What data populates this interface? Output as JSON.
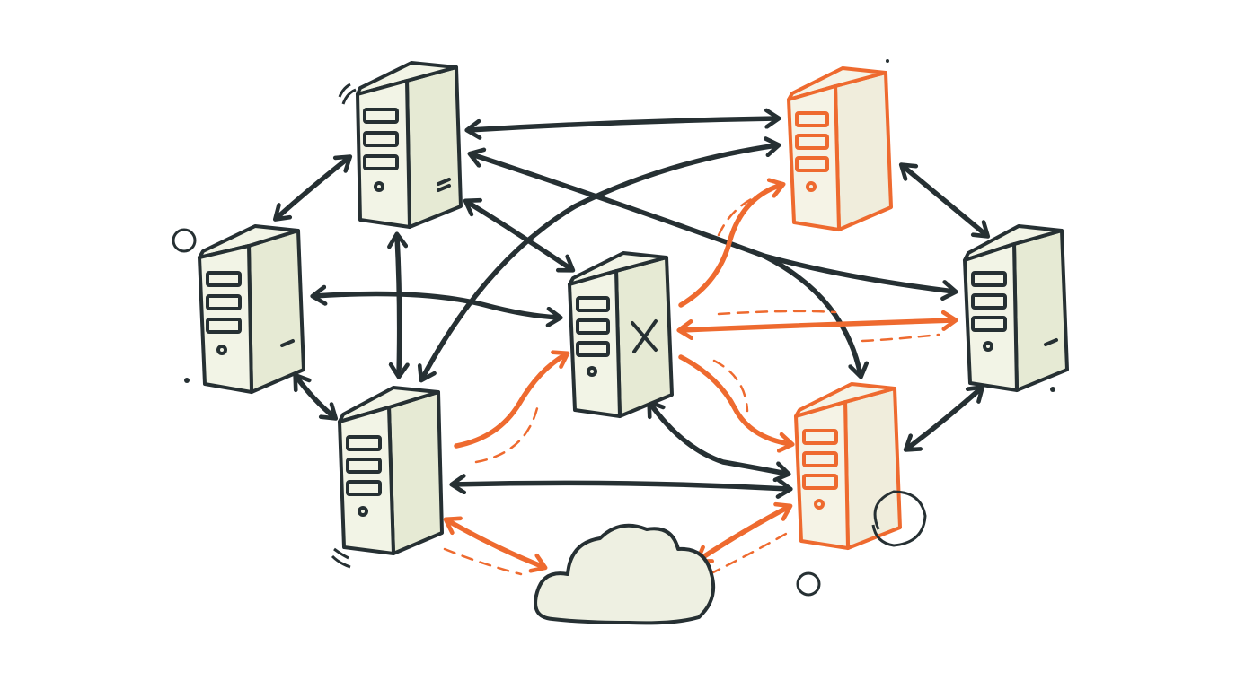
{
  "colors": {
    "ink": "#263033",
    "accent": "#ee6a2f",
    "server_face": "#f2f4e6",
    "server_side": "#e6ead4",
    "cloud_fill": "#eef0e2"
  },
  "nodes": [
    {
      "id": "server-top-left",
      "status": "normal",
      "icon": "server-icon"
    },
    {
      "id": "server-left",
      "status": "normal",
      "icon": "server-icon"
    },
    {
      "id": "server-bottom-left",
      "status": "normal",
      "icon": "server-icon"
    },
    {
      "id": "server-center",
      "status": "failed",
      "icon": "server-icon",
      "marker": "x-mark-icon"
    },
    {
      "id": "server-top-right",
      "status": "highlighted",
      "icon": "server-icon"
    },
    {
      "id": "server-right",
      "status": "normal",
      "icon": "server-icon"
    },
    {
      "id": "server-bottom-right",
      "status": "highlighted",
      "icon": "server-icon"
    },
    {
      "id": "cloud",
      "status": "normal",
      "icon": "cloud-icon"
    }
  ],
  "edges": [
    {
      "from": "server-top-left",
      "to": "server-top-right",
      "color": "ink",
      "direction": "both"
    },
    {
      "from": "server-top-left",
      "to": "server-left",
      "color": "ink",
      "direction": "both"
    },
    {
      "from": "server-top-left",
      "to": "server-bottom-left",
      "color": "ink",
      "direction": "both"
    },
    {
      "from": "server-top-left",
      "to": "server-center",
      "color": "ink",
      "direction": "both"
    },
    {
      "from": "server-top-left",
      "to": "server-right",
      "color": "ink",
      "direction": "both"
    },
    {
      "from": "server-left",
      "to": "server-center",
      "color": "ink",
      "direction": "both"
    },
    {
      "from": "server-left",
      "to": "server-bottom-left",
      "color": "ink",
      "direction": "both"
    },
    {
      "from": "server-bottom-left",
      "to": "server-top-right",
      "color": "ink",
      "direction": "both"
    },
    {
      "from": "server-bottom-left",
      "to": "server-bottom-right",
      "color": "ink",
      "direction": "both"
    },
    {
      "from": "server-bottom-left",
      "to": "server-center",
      "color": "accent",
      "direction": "forward"
    },
    {
      "from": "server-bottom-left",
      "to": "cloud",
      "color": "accent",
      "direction": "both"
    },
    {
      "from": "server-center",
      "to": "server-top-right",
      "color": "accent",
      "direction": "forward"
    },
    {
      "from": "server-center",
      "to": "server-right",
      "color": "accent",
      "direction": "both"
    },
    {
      "from": "server-center",
      "to": "server-bottom-right",
      "color": "accent",
      "direction": "forward"
    },
    {
      "from": "server-center",
      "to": "server-bottom-right",
      "color": "ink",
      "direction": "both"
    },
    {
      "from": "server-top-right",
      "to": "server-right",
      "color": "ink",
      "direction": "both"
    },
    {
      "from": "server-top-right",
      "to": "server-bottom-right",
      "color": "ink",
      "direction": "forward"
    },
    {
      "from": "server-right",
      "to": "server-bottom-right",
      "color": "ink",
      "direction": "both"
    },
    {
      "from": "cloud",
      "to": "server-bottom-right",
      "color": "accent",
      "direction": "both"
    }
  ]
}
